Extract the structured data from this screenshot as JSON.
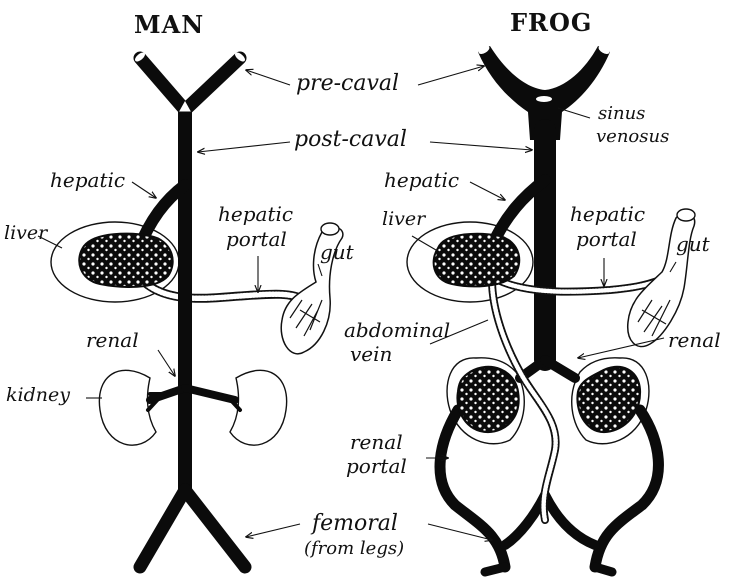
{
  "titles": {
    "left": "MAN",
    "right": "FROG"
  },
  "labels": {
    "pre_caval": "pre-caval",
    "post_caval": "post-caval",
    "sinus_line1": "sinus",
    "sinus_line2": "venosus",
    "hepatic_man": "hepatic",
    "hepatic_frog": "hepatic",
    "liver_man": "liver",
    "liver_frog": "liver",
    "hepatic_portal_man_1": "hepatic",
    "hepatic_portal_man_2": "portal",
    "hepatic_portal_frog_1": "hepatic",
    "hepatic_portal_frog_2": "portal",
    "gut_man": "gut",
    "gut_frog": "gut",
    "renal_man": "renal",
    "renal_frog": "renal",
    "abdominal_1": "abdominal",
    "abdominal_2": "vein",
    "kidney": "kidney",
    "renal_portal_1": "renal",
    "renal_portal_2": "portal",
    "femoral": "femoral",
    "femoral_sub": "(from legs)"
  }
}
